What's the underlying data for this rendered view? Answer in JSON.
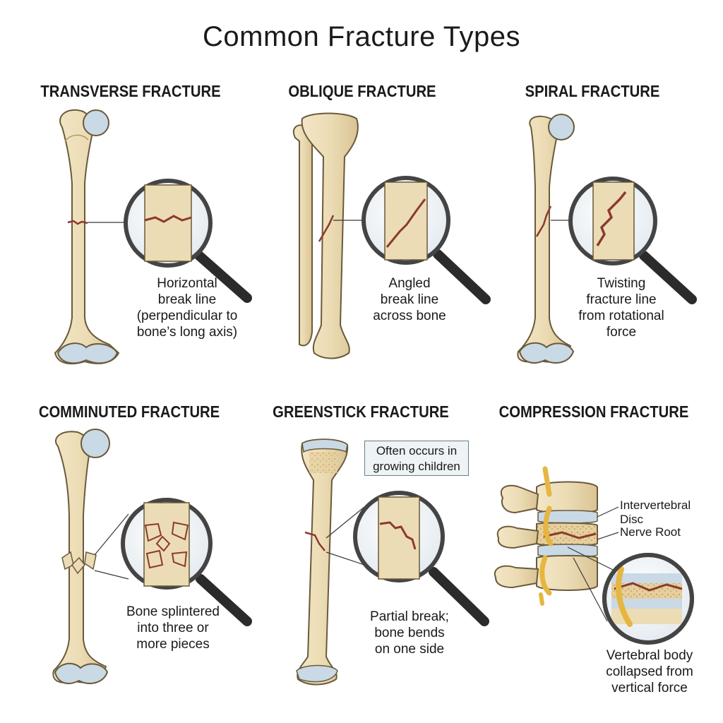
{
  "title": "Common Fracture Types",
  "panels": [
    {
      "heading": "TRANSVERSE FRACTURE",
      "caption": [
        "Horizontal",
        "break line",
        "(perpendicular to",
        "bone’s long axis)"
      ]
    },
    {
      "heading": "OBLIQUE FRACTURE",
      "caption": [
        "Angled",
        "break line",
        "across bone"
      ]
    },
    {
      "heading": "SPIRAL FRACTURE",
      "caption": [
        "Twisting",
        "fracture line",
        "from rotational",
        "force"
      ]
    },
    {
      "heading": "COMMINUTED FRACTURE",
      "caption": [
        "Bone splintered",
        "into three or",
        "more pieces"
      ]
    },
    {
      "heading": "GREENSTICK FRACTURE",
      "caption": [
        "Partial break;",
        "bone bends",
        "on one side"
      ],
      "note": [
        "Often occurs in",
        "growing children"
      ]
    },
    {
      "heading": "COMPRESSION FRACTURE",
      "caption": [
        "Vertebral body",
        "collapsed from",
        "vertical force"
      ],
      "labels": {
        "disc": [
          "Intervertebral",
          "Disc"
        ],
        "nerve": "Nerve Root"
      }
    }
  ],
  "colors": {
    "bone": "#ecdcb5",
    "bone_outline": "#6a5a3a",
    "cartilage": "#c9d9e6",
    "fracture": "#8b3a2e",
    "magnifier_handle": "#2b2b2b"
  }
}
